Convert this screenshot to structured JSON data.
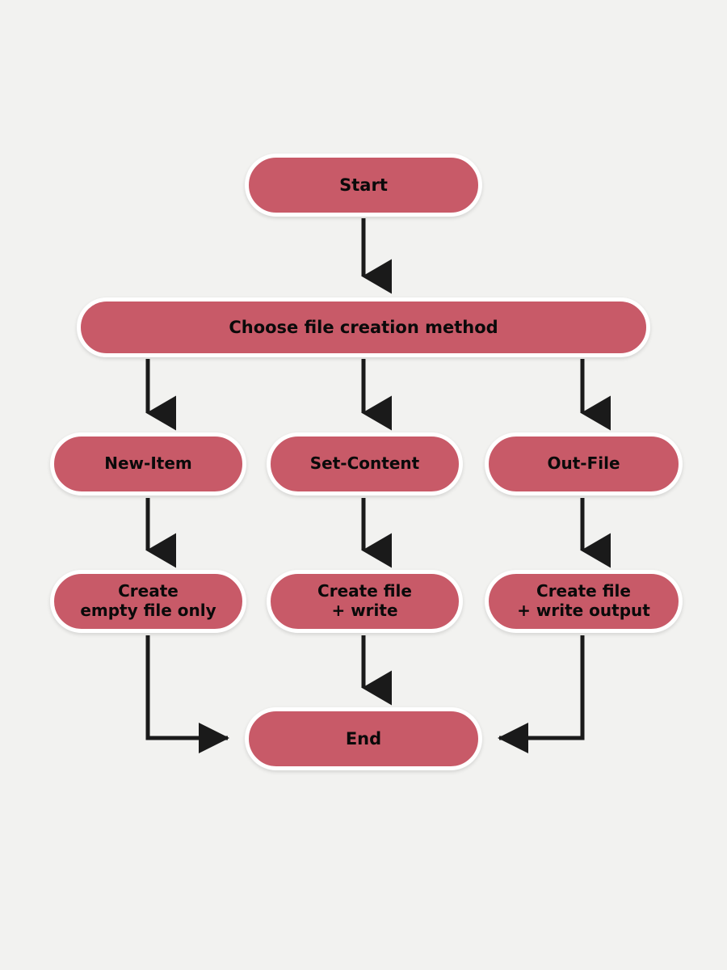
{
  "diagram": {
    "title": "File creation method flowchart",
    "background_color": "#f2f2f0",
    "node_fill_color": "#c85a68",
    "node_border_color": "#ffffff",
    "node_text_color": "#0a0a0a",
    "edge_color": "#1a1a1a",
    "nodes": {
      "start": "Start",
      "choose": "Choose file creation method",
      "new_item": "New-Item",
      "set_content": "Set-Content",
      "out_file": "Out-File",
      "result_new_item": "Create\nempty file only",
      "result_set_content": "Create file\n+ write",
      "result_out_file": "Create file\n+ write output",
      "end": "End"
    },
    "edges": [
      {
        "from": "start",
        "to": "choose",
        "kind": "straight-down"
      },
      {
        "from": "choose",
        "to": "new_item",
        "kind": "straight-down"
      },
      {
        "from": "choose",
        "to": "set_content",
        "kind": "straight-down"
      },
      {
        "from": "choose",
        "to": "out_file",
        "kind": "straight-down"
      },
      {
        "from": "new_item",
        "to": "result_new_item",
        "kind": "straight-down"
      },
      {
        "from": "set_content",
        "to": "result_set_content",
        "kind": "straight-down"
      },
      {
        "from": "out_file",
        "to": "result_out_file",
        "kind": "straight-down"
      },
      {
        "from": "result_new_item",
        "to": "end",
        "kind": "elbow-down-right"
      },
      {
        "from": "result_set_content",
        "to": "end",
        "kind": "straight-down"
      },
      {
        "from": "result_out_file",
        "to": "end",
        "kind": "elbow-down-left"
      }
    ]
  }
}
